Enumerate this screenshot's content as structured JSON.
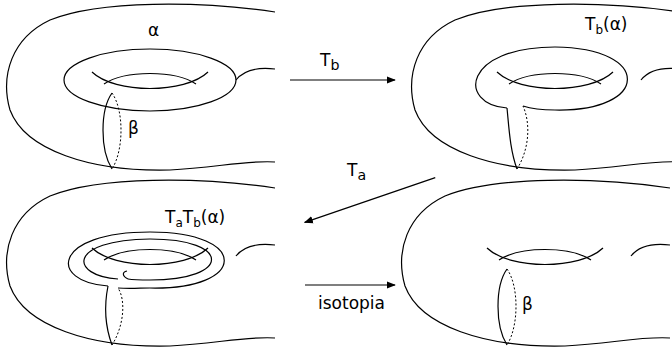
{
  "diagram": {
    "nodes": [
      {
        "text": [
          "α",
          "β"
        ]
      },
      {
        "text": [
          "Tb(α)"
        ]
      },
      {
        "text": [
          "TaTb(α)"
        ]
      },
      {
        "text": [
          "β"
        ]
      }
    ],
    "edges": [
      {
        "from": 0,
        "to": 1,
        "arrow": "to",
        "label": "Tb"
      },
      {
        "from": 1,
        "to": 2,
        "arrow": "to",
        "label": "Ta"
      },
      {
        "from": 2,
        "to": 3,
        "arrow": "to",
        "label": "isotopia"
      }
    ]
  }
}
